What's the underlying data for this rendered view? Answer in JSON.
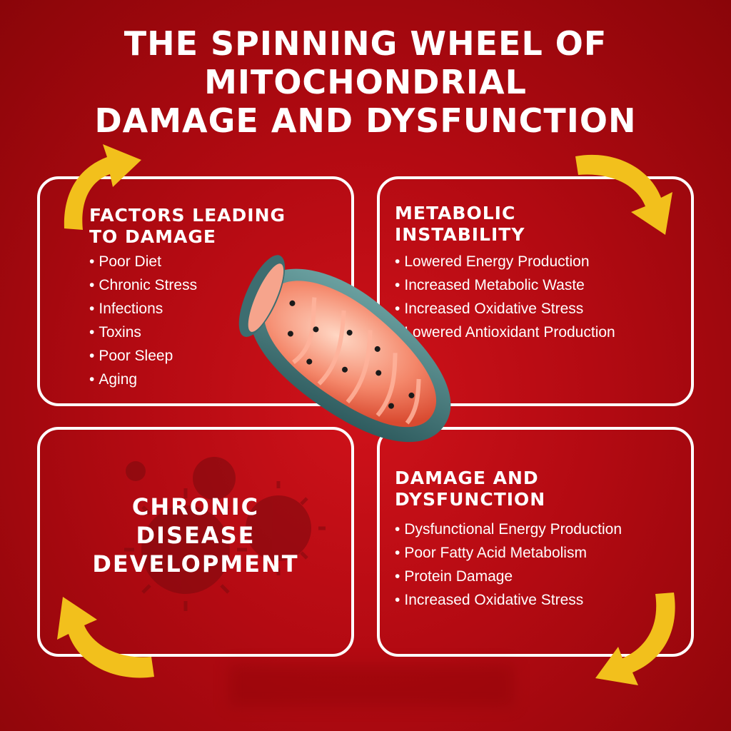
{
  "title": {
    "line1": "THE SPINNING WHEEL OF",
    "line2": "MITOCHONDRIAL",
    "line3": "DAMAGE AND DYSFUNCTION"
  },
  "panels": {
    "factors": {
      "heading_line1": "FACTORS LEADING",
      "heading_line2": "TO DAMAGE",
      "items": [
        "Poor Diet",
        "Chronic Stress",
        "Infections",
        "Toxins",
        "Poor Sleep",
        "Aging"
      ]
    },
    "metabolic": {
      "heading_line1": "METABOLIC",
      "heading_line2": "INSTABILITY",
      "items": [
        "Lowered Energy Production",
        "Increased Metabolic Waste",
        "Increased Oxidative Stress",
        "Lowered Antioxidant Production"
      ]
    },
    "chronic": {
      "line1": "CHRONIC",
      "line2": "DISEASE",
      "line3": "DEVELOPMENT"
    },
    "damage": {
      "heading_line1": "DAMAGE AND",
      "heading_line2": "DYSFUNCTION",
      "items": [
        "Dysfunctional Energy Production",
        "Poor Fatty Acid Metabolism",
        "Protein Damage",
        "Increased Oxidative Stress"
      ]
    }
  },
  "colors": {
    "background": "#b30a12",
    "arrow": "#f2c01c",
    "panel_border": "#ffffff",
    "mitochondrion_membrane": "#4f8284",
    "mitochondrion_inner": "#f06a4a"
  },
  "icons": [
    "curved-arrow-icon",
    "mitochondrion-illustration",
    "virus-icon"
  ]
}
